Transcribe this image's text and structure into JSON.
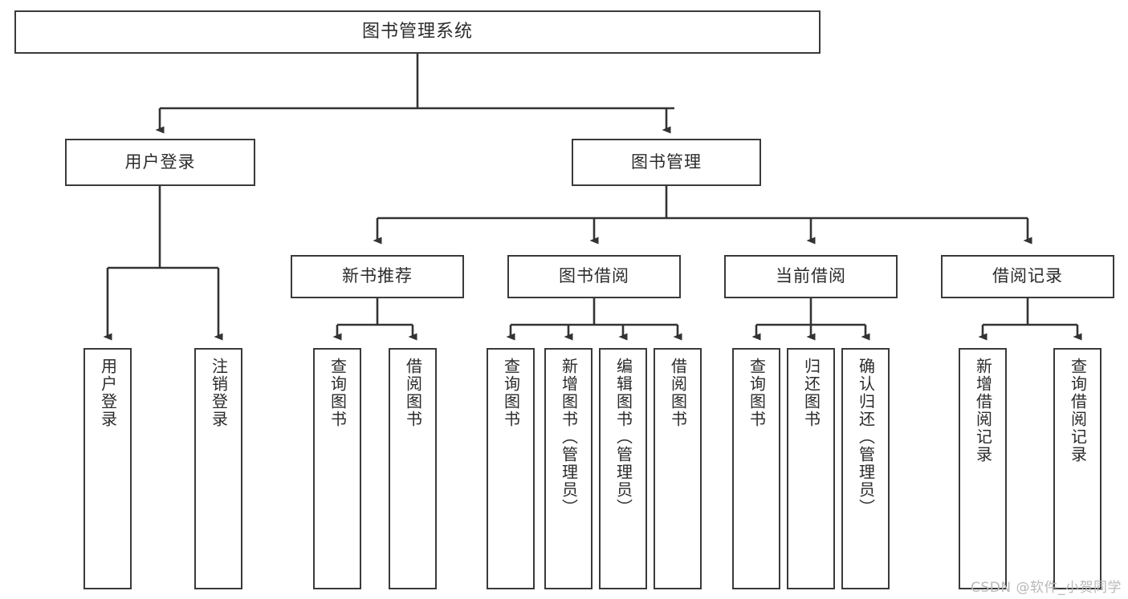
{
  "diagram": {
    "title": "图书管理系统",
    "type": "tree-hierarchy-chart",
    "colors": {
      "box_border": "#3a3a3a",
      "box_fill": "#ffffff",
      "connector": "#333333",
      "text": "#2b2b2b",
      "watermark": "#b8b8b8"
    },
    "root": {
      "label": "图书管理系统"
    },
    "level2": [
      {
        "label": "用户登录"
      },
      {
        "label": "图书管理"
      }
    ],
    "level3": [
      {
        "label": "新书推荐"
      },
      {
        "label": "图书借阅"
      },
      {
        "label": "当前借阅"
      },
      {
        "label": "借阅记录"
      }
    ],
    "leaves": {
      "user_login": [
        {
          "label": "用户登录"
        },
        {
          "label": "注销登录"
        }
      ],
      "new_book_recommend": [
        {
          "label": "查询图书"
        },
        {
          "label": "借阅图书"
        }
      ],
      "book_borrow": [
        {
          "label": "查询图书"
        },
        {
          "label": "新增图书（管理员）"
        },
        {
          "label": "编辑图书（管理员）"
        },
        {
          "label": "借阅图书"
        }
      ],
      "current_borrow": [
        {
          "label": "查询图书"
        },
        {
          "label": "归还图书"
        },
        {
          "label": "确认归还（管理员）"
        }
      ],
      "borrow_record": [
        {
          "label": "新增借阅记录"
        },
        {
          "label": "查询借阅记录"
        }
      ]
    }
  },
  "watermark": {
    "text": "CSDN @软件_小贺同学"
  }
}
